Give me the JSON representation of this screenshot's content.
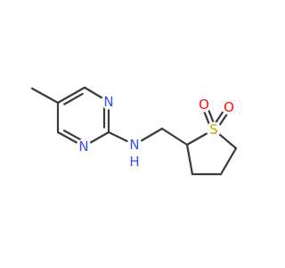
{
  "molecule": {
    "atoms": [
      {
        "id": "methyl",
        "label": "",
        "color": "#3a3a3a"
      },
      {
        "id": "c5",
        "label": "",
        "color": "#3a3a3a"
      },
      {
        "id": "c4",
        "label": "",
        "color": "#3a3a3a"
      },
      {
        "id": "n3",
        "label": "N",
        "color": "#3050F8"
      },
      {
        "id": "c2",
        "label": "",
        "color": "#3a3a3a"
      },
      {
        "id": "n1",
        "label": "N",
        "color": "#3050F8"
      },
      {
        "id": "c6",
        "label": "",
        "color": "#3a3a3a"
      },
      {
        "id": "nh",
        "label": "N",
        "color": "#3050F8"
      },
      {
        "id": "h",
        "label": "H",
        "color": "#3050F8"
      },
      {
        "id": "ch2",
        "label": "",
        "color": "#3a3a3a"
      },
      {
        "id": "c2r",
        "label": "",
        "color": "#3a3a3a"
      },
      {
        "id": "s",
        "label": "S",
        "color": "#C8A800"
      },
      {
        "id": "o1",
        "label": "O",
        "color": "#FF0D0D"
      },
      {
        "id": "o2",
        "label": "O",
        "color": "#FF0D0D"
      },
      {
        "id": "c5r",
        "label": "",
        "color": "#3a3a3a"
      },
      {
        "id": "c4r",
        "label": "",
        "color": "#3a3a3a"
      },
      {
        "id": "c3r",
        "label": "",
        "color": "#3a3a3a"
      }
    ],
    "bonds": [
      {
        "a": "methyl",
        "b": "c5",
        "order": 1
      },
      {
        "a": "c5",
        "b": "c4",
        "order": 2
      },
      {
        "a": "c4",
        "b": "n3",
        "order": 1
      },
      {
        "a": "n3",
        "b": "c2",
        "order": 2
      },
      {
        "a": "c2",
        "b": "n1",
        "order": 1
      },
      {
        "a": "n1",
        "b": "c6",
        "order": 2
      },
      {
        "a": "c6",
        "b": "c5",
        "order": 1
      },
      {
        "a": "c2",
        "b": "nh",
        "order": 1
      },
      {
        "a": "nh",
        "b": "ch2",
        "order": 1
      },
      {
        "a": "ch2",
        "b": "c2r",
        "order": 1
      },
      {
        "a": "c2r",
        "b": "s",
        "order": 1
      },
      {
        "a": "s",
        "b": "o1",
        "order": 2
      },
      {
        "a": "s",
        "b": "o2",
        "order": 2
      },
      {
        "a": "s",
        "b": "c5r",
        "order": 1
      },
      {
        "a": "c5r",
        "b": "c4r",
        "order": 1
      },
      {
        "a": "c4r",
        "b": "c3r",
        "order": 1
      },
      {
        "a": "c3r",
        "b": "c2r",
        "order": 1
      }
    ]
  }
}
